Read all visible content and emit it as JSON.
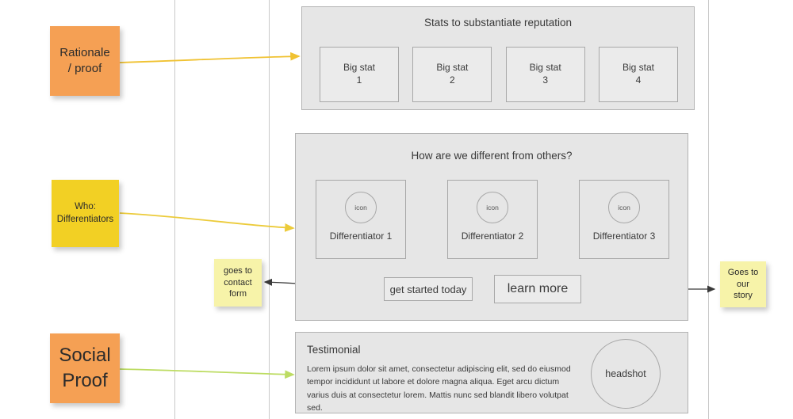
{
  "canvas": {
    "background": "#ffffff",
    "guide_color": "#c9c9c9"
  },
  "colors": {
    "sticky_orange": "#f5a054",
    "sticky_yellow": "#f2d024",
    "sticky_pale_yellow": "#f7f3a9",
    "panel_fill": "#e6e6e6",
    "panel_border": "#b3b3b3",
    "box_border": "#a8a8a8",
    "connector_orange": "#f0c232",
    "connector_yellow": "#eccb3a",
    "connector_green": "#bddc63",
    "connector_dark": "#3a3a3a"
  },
  "notes": {
    "rationale": {
      "line1": "Rationale",
      "line2": "/ proof"
    },
    "who": {
      "line1": "Who:",
      "line2": "Differentiators"
    },
    "social": {
      "line1": "Social",
      "line2": "Proof"
    },
    "contact": {
      "line1": "goes to",
      "line2": "contact",
      "line3": "form"
    },
    "story": {
      "line1": "Goes to",
      "line2": "our",
      "line3": "story"
    }
  },
  "stats_panel": {
    "title": "Stats to substantiate reputation",
    "boxes": [
      {
        "line1": "Big stat",
        "line2": "1"
      },
      {
        "line1": "Big stat",
        "line2": "2"
      },
      {
        "line1": "Big stat",
        "line2": "3"
      },
      {
        "line1": "Big stat",
        "line2": "4"
      }
    ]
  },
  "differentiators_panel": {
    "title": "How are we different from others?",
    "icon_label": "icon",
    "boxes": [
      {
        "label": "Differentiator 1"
      },
      {
        "label": "Differentiator 2"
      },
      {
        "label": "Differentiator 3"
      }
    ]
  },
  "buttons": {
    "primary": "get started today",
    "secondary": "learn more"
  },
  "testimonial_panel": {
    "heading": "Testimonial",
    "body": "Lorem ipsum dolor sit amet, consectetur adipiscing elit, sed do eiusmod tempor incididunt ut labore et dolore magna aliqua. Eget arcu dictum varius duis at consectetur lorem. Mattis nunc sed blandit libero volutpat sed.",
    "headshot_label": "headshot"
  }
}
